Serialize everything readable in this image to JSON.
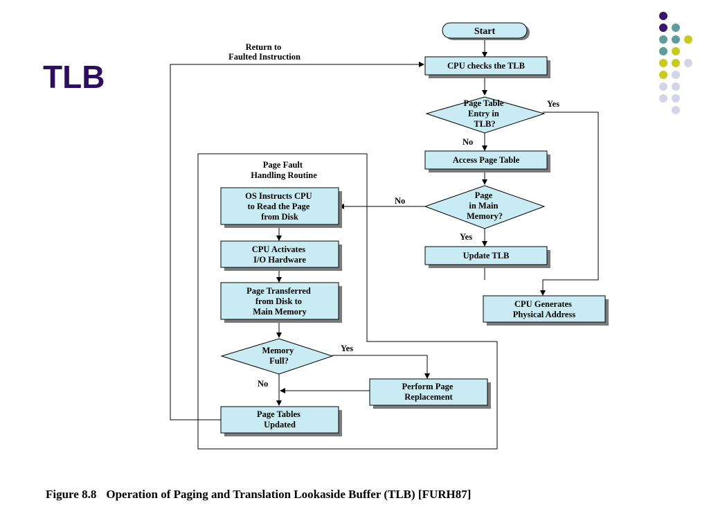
{
  "slide": {
    "title": "TLB",
    "colors": {
      "title": "#2d0e63",
      "node_fill": "#c9ecf4",
      "shadow": "#7b7b7b",
      "dot_purple": "#3a1570",
      "dot_teal": "#5f9c9c",
      "dot_yellow": "#c9c91e",
      "dot_lavender": "#d4d4e8"
    }
  },
  "diagram": {
    "nodes": {
      "start": "Start",
      "cpu_checks_tlb": "CPU checks the TLB",
      "pte_in_tlb": [
        "Page Table",
        "Entry in",
        "TLB?"
      ],
      "access_page_table": "Access Page Table",
      "page_in_main_memory": [
        "Page",
        "in Main",
        "Memory?"
      ],
      "update_tlb": "Update TLB",
      "cpu_generates_physical_address": [
        "CPU Generates",
        "Physical Address"
      ],
      "os_instructs_cpu": [
        "OS Instructs CPU",
        "to Read the Page",
        "from Disk"
      ],
      "cpu_activates_io": [
        "CPU Activates",
        "I/O Hardware"
      ],
      "page_transferred": [
        "Page Transferred",
        "from Disk to",
        "Main Memory"
      ],
      "memory_full": [
        "Memory",
        "Full?"
      ],
      "perform_page_replacement": [
        "Perform Page",
        "Replacement"
      ],
      "page_tables_updated": [
        "Page Tables",
        "Updated"
      ]
    },
    "group_label": [
      "Page Fault",
      "Handling Routine"
    ],
    "return_label": [
      "Return to",
      "Faulted Instruction"
    ],
    "edge_labels": {
      "pte_yes": "Yes",
      "pte_no": "No",
      "page_no": "No",
      "page_yes": "Yes",
      "mem_yes": "Yes",
      "mem_no": "No"
    }
  },
  "caption": {
    "figure_number": "Figure 8.8",
    "text": "Operation of Paging and Translation Lookaside Buffer (TLB) [FURH87]"
  }
}
